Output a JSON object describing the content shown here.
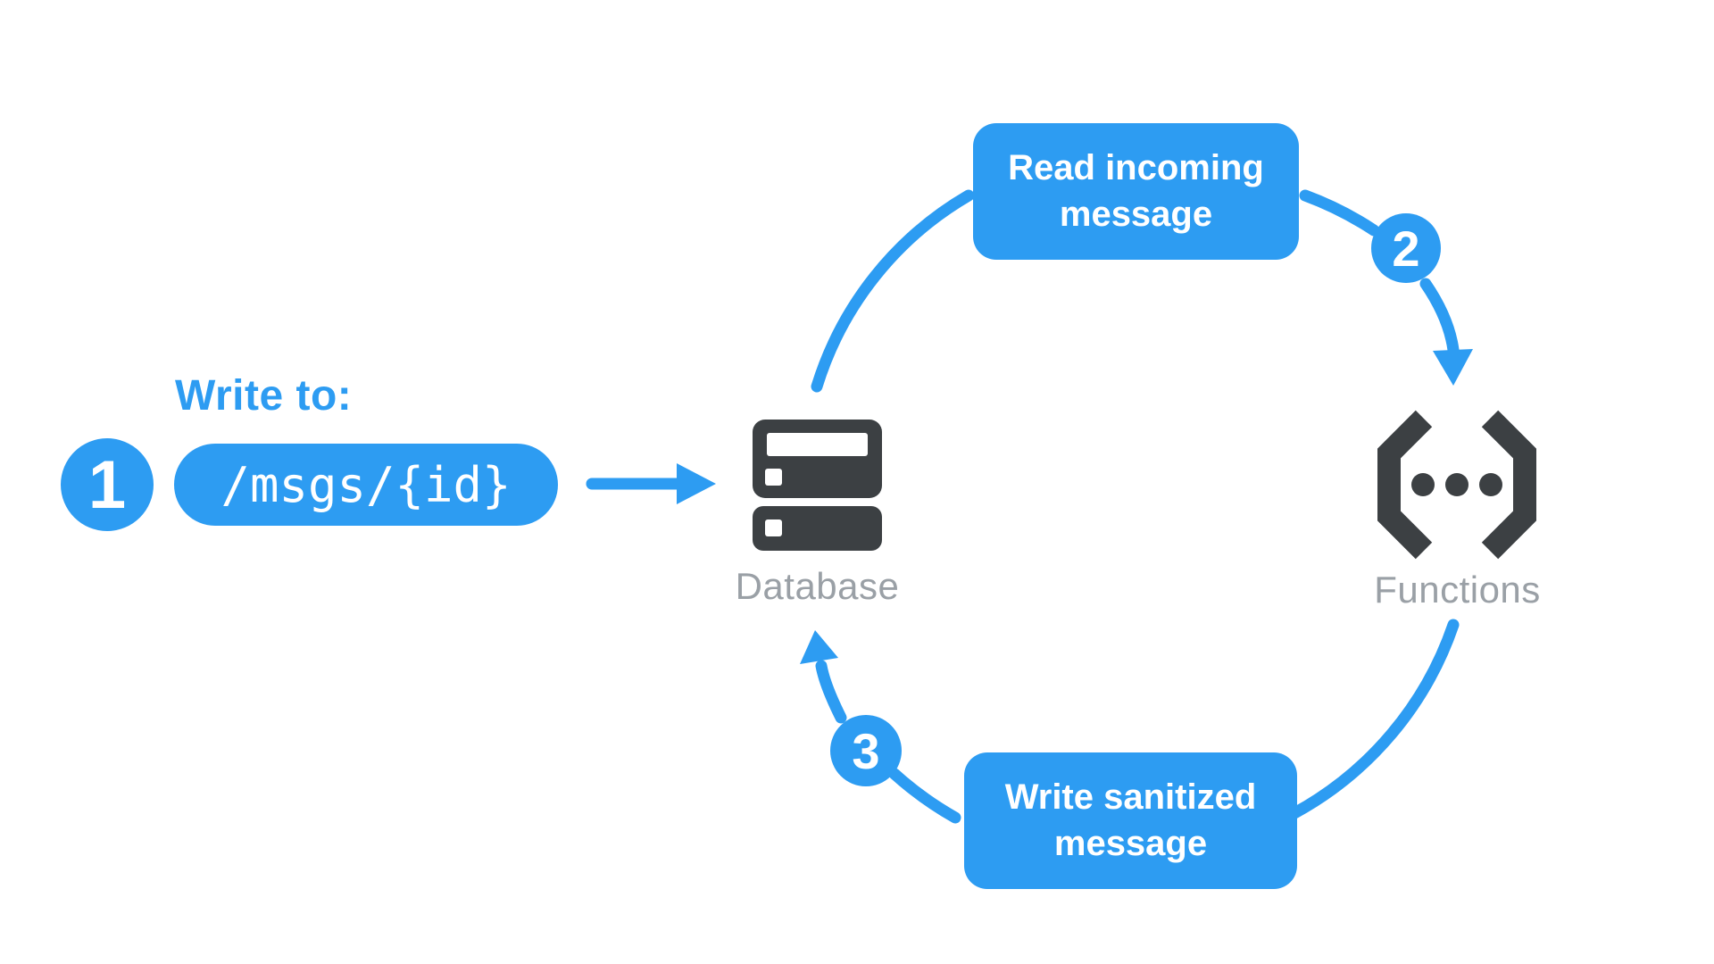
{
  "colors": {
    "accent": "#2D9CF2",
    "icon_dark": "#3C4043",
    "label_gray": "#9AA0A6",
    "white": "#FFFFFF"
  },
  "step1": {
    "badge": "1",
    "title": "Write to:",
    "path": "/msgs/{id}"
  },
  "step2": {
    "badge": "2",
    "action": "Read incoming message"
  },
  "step3": {
    "badge": "3",
    "action": "Write sanitized message"
  },
  "nodes": {
    "database": "Database",
    "functions": "Functions"
  },
  "icons": {
    "database": "server-stack-icon",
    "functions": "code-brackets-icon",
    "write_arrow": "arrow-right-icon",
    "to_functions_arrow": "curved-arrow-down-icon",
    "to_database_arrow": "curved-arrow-up-icon"
  }
}
